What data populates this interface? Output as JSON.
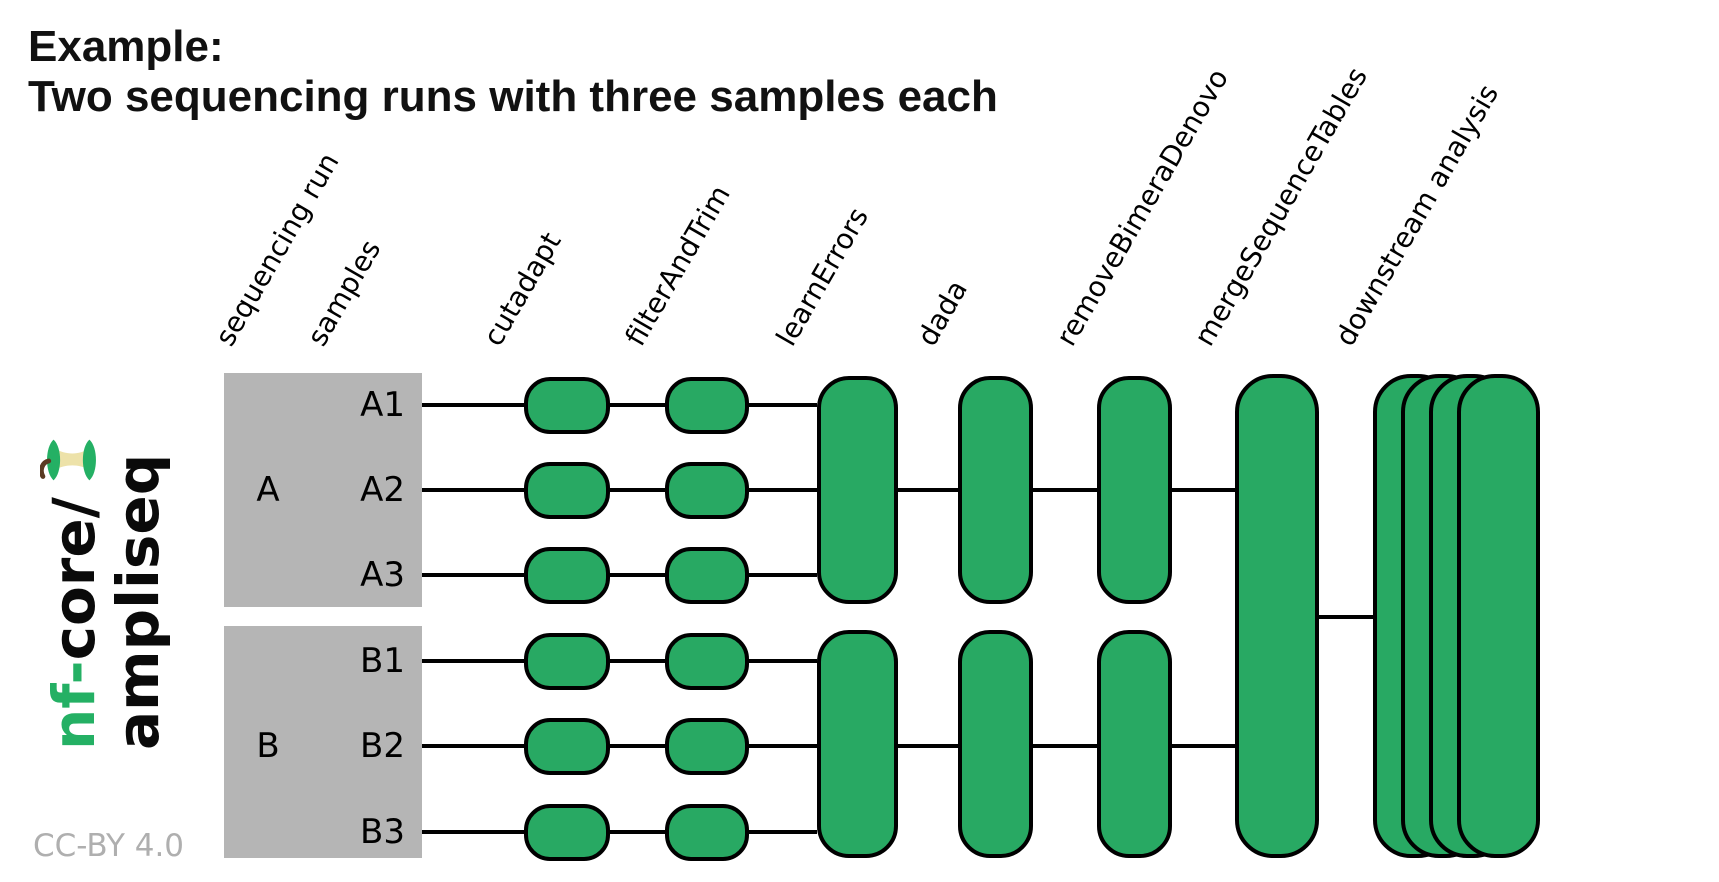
{
  "title": {
    "line1": "Example:",
    "line2": "Two sequencing runs with three samples each"
  },
  "logo": {
    "prefix": "nf-",
    "core": "core/",
    "name": "ampliseq",
    "icon": "apple-core-icon"
  },
  "license": "CC-BY 4.0",
  "columns": [
    {
      "id": "sequencing-run",
      "label": "sequencing run"
    },
    {
      "id": "samples",
      "label": "samples"
    },
    {
      "id": "cutadapt",
      "label": "cutadapt"
    },
    {
      "id": "filterAndTrim",
      "label": "filterAndTrim"
    },
    {
      "id": "learnErrors",
      "label": "learnErrors"
    },
    {
      "id": "dada",
      "label": "dada"
    },
    {
      "id": "removeBimeraDenovo",
      "label": "removeBimeraDenovo"
    },
    {
      "id": "mergeSequenceTables",
      "label": "mergeSequenceTables"
    },
    {
      "id": "downstream-analysis",
      "label": "downstream analysis"
    }
  ],
  "runs": [
    {
      "id": "A",
      "samples": [
        "A1",
        "A2",
        "A3"
      ]
    },
    {
      "id": "B",
      "samples": [
        "B1",
        "B2",
        "B3"
      ]
    }
  ],
  "colors": {
    "process_green": "#28A963",
    "logo_green": "#24B064",
    "run_box_gray": "#B5B5B5",
    "line_black": "#000000",
    "license_gray": "#AFAFAF",
    "core_cream": "#EDE2A9",
    "stem_brown": "#5A3A22"
  }
}
